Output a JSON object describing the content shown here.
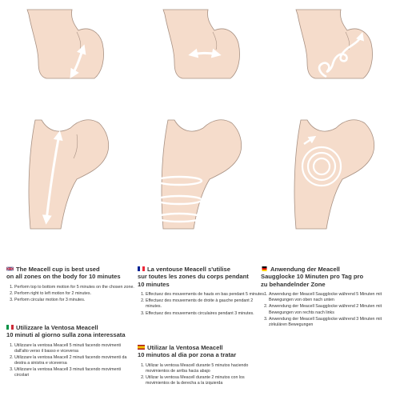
{
  "colors": {
    "skin": "#f5dccb",
    "outline": "#a89183",
    "arrow": "#ffffff",
    "text": "#333333"
  },
  "figures": [
    {
      "icon": "vertical-arrow-icon"
    },
    {
      "icon": "horizontal-arrow-icon"
    },
    {
      "icon": "circular-arrow-icon"
    },
    {
      "icon": "vertical-arrow-icon"
    },
    {
      "icon": "horizontal-arrow-icon"
    },
    {
      "icon": "circular-arrow-icon"
    }
  ],
  "instructions": {
    "en": {
      "flag": "uk-flag-icon",
      "heading": [
        "The Meacell cup is best used",
        "on all zones on the body for 10 minutes"
      ],
      "items": [
        "Perform top to bottom motion for 5 minutes on the chosen zone.",
        "Perform right to left motion for 2 minutes.",
        "Perform circular motion for 3 minutes."
      ]
    },
    "fr": {
      "flag": "fr-flag-icon",
      "heading": [
        "La ventouse Meacell s'utilise",
        "sur toutes les zones du corps pendant",
        "10 minutes"
      ],
      "items": [
        "Effectuez des mouvements de hauts en bas pendant 5 minutes.",
        "Effectuez des mouvements de droite à gauche pendant 2 minutes.",
        "Effectuez des mouvements circulaires pendant 3 minutes."
      ]
    },
    "de": {
      "flag": "de-flag-icon",
      "heading": [
        "Anwendung der Meacell",
        "Saugglocke 10 Minuten pro Tag pro",
        "zu behandelnder Zone"
      ],
      "items": [
        "Anwendung der Meacell Saugglocke während 5 Minuten mit Bewegungen von oben nach unten",
        "Anwendung der Meacell Saugglocke während 2 Minuten mit Bewegungen von rechts nach links",
        "Anwendung der Meacell Saugglocke während 3 Minuten mit zirkulären Bewegungen"
      ]
    },
    "it": {
      "flag": "it-flag-icon",
      "heading": [
        "Utilizzare la Ventosa Meacell",
        "10 minuti al giorno sulla zona interessata"
      ],
      "items": [
        "Utilizzare la ventosa Meacell 5 minuti facendo movimenti dall'alto verso il basso e viceversa",
        "Utilizzare la ventosa Meacell 2 minuti facendo movimenti da destra a sinistra e viceversa",
        "Utilizzare la ventosa Meacell 3 minuti facendo movimenti circolari"
      ]
    },
    "es": {
      "flag": "es-flag-icon",
      "heading": [
        "Utilizar la Ventosa Meacell",
        "10 minutos al dia por zona a tratar"
      ],
      "items": [
        "Utilizar la ventosa Meacell durante 5 minutos haciendo movimientos de arriba hacia abajo",
        "Utilizar la ventosa Meacell durante 2 minutos con los movimientos de la derecha a la izquierda"
      ]
    }
  }
}
